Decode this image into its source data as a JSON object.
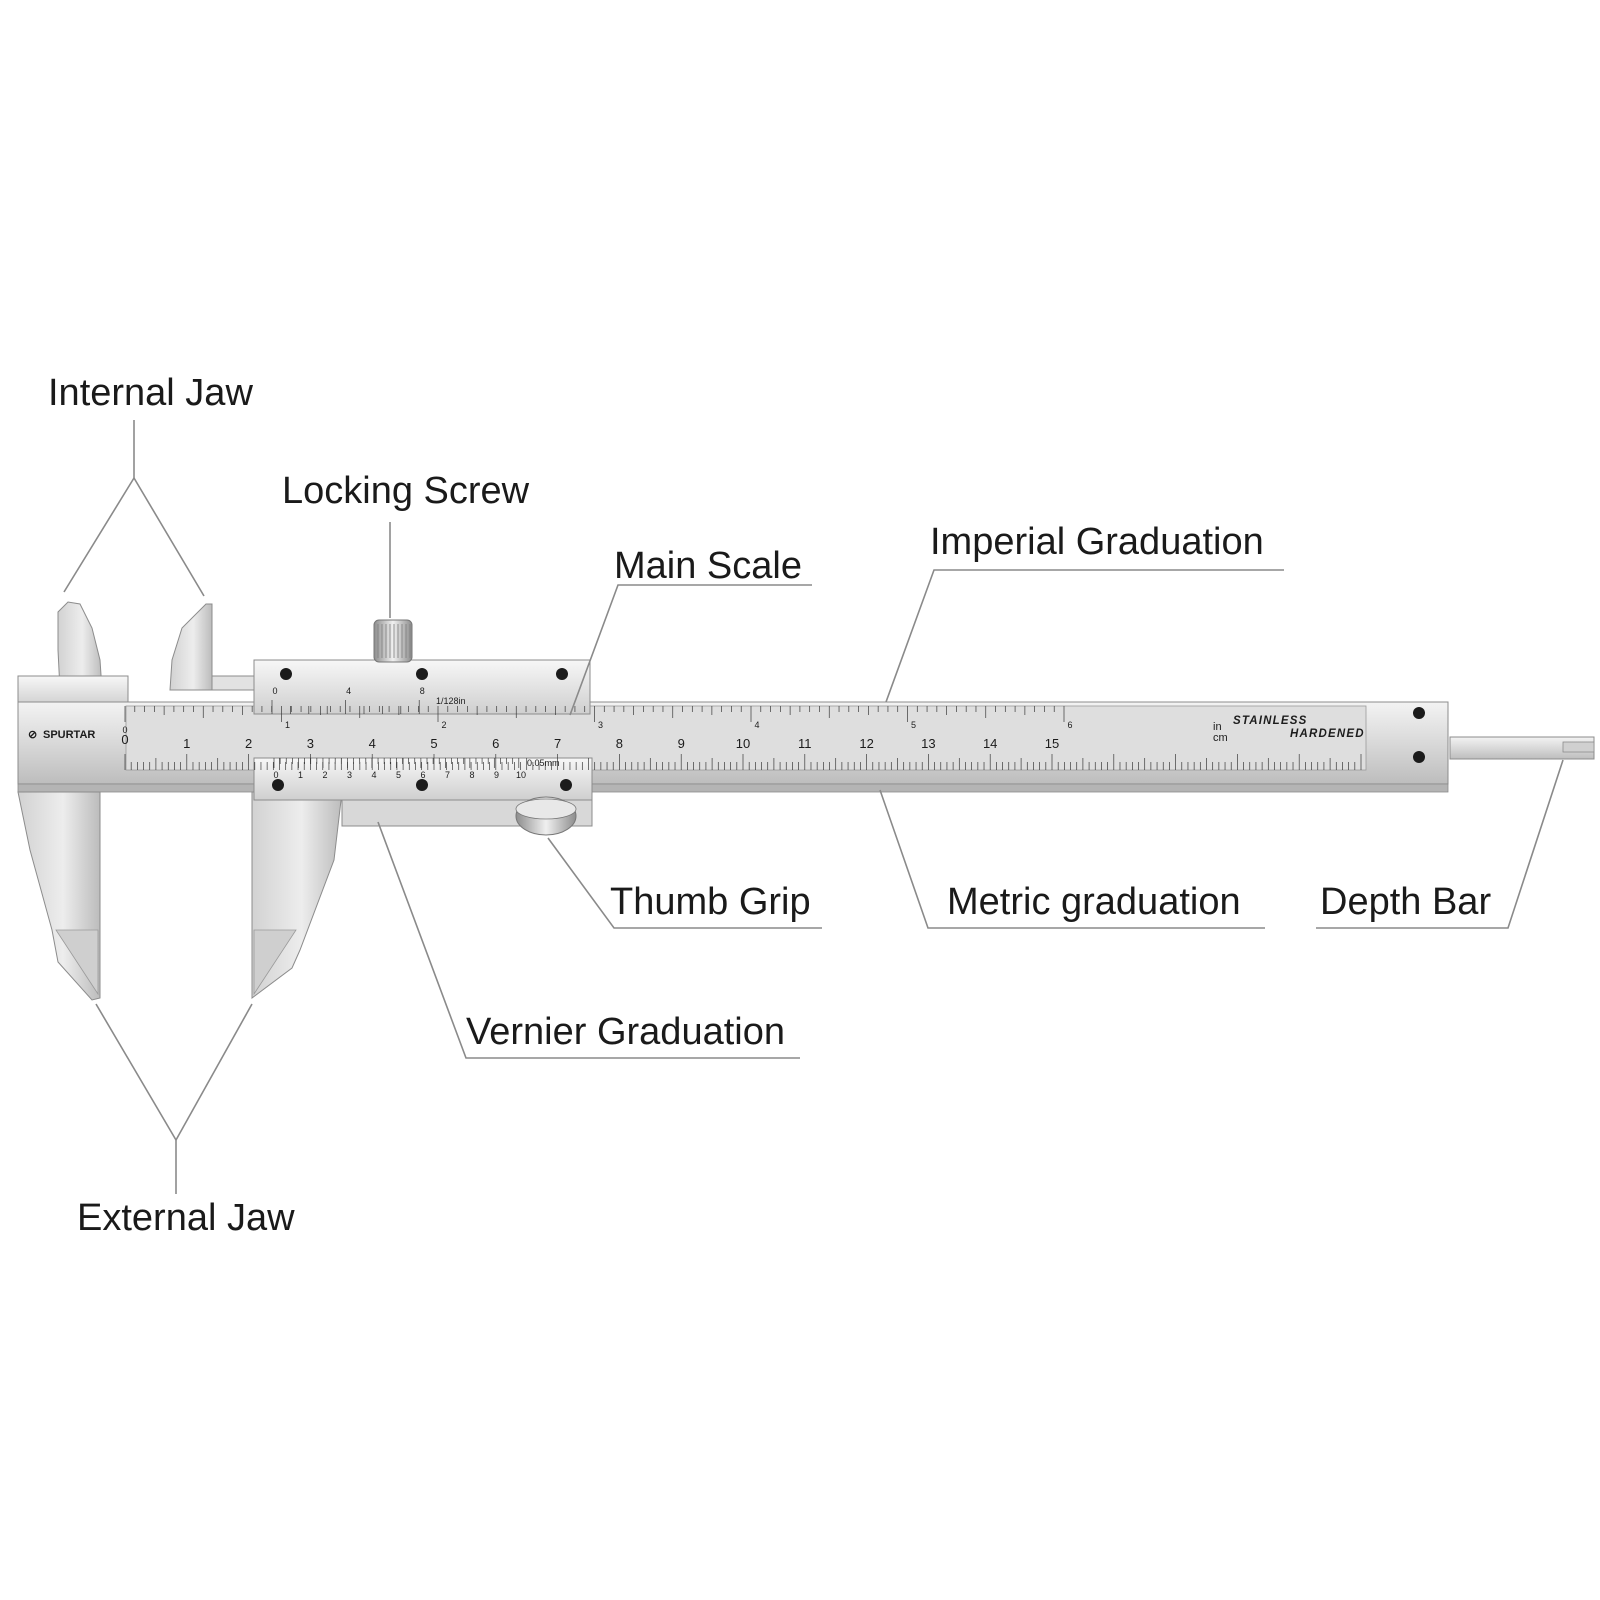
{
  "labels": {
    "internal_jaw": "Internal Jaw",
    "locking_screw": "Locking Screw",
    "main_scale": "Main Scale",
    "imperial_graduation": "Imperial Graduation",
    "thumb_grip": "Thumb Grip",
    "metric_graduation": "Metric graduation",
    "depth_bar": "Depth Bar",
    "vernier_graduation": "Vernier Graduation",
    "external_jaw": "External Jaw"
  },
  "markings": {
    "brand": "SPURTAR",
    "stamp_line1": "STAINLESS",
    "stamp_line2": "HARDENED",
    "unit_in": "in",
    "unit_cm": "cm",
    "imperial_vernier_resolution": "1/128in",
    "metric_vernier_resolution": "0.05mm",
    "main_zero_in": "0",
    "main_zero_cm": "0",
    "cm_numbers": [
      "1",
      "2",
      "3",
      "4",
      "5",
      "6",
      "7",
      "8",
      "9",
      "10",
      "11",
      "12",
      "13",
      "14",
      "15"
    ],
    "inch_numbers": [
      "1",
      "2",
      "3",
      "4",
      "5",
      "6"
    ],
    "imperial_vernier_numbers": [
      "0",
      "4",
      "8"
    ],
    "metric_vernier_numbers": [
      "0",
      "1",
      "2",
      "3",
      "4",
      "5",
      "6",
      "7",
      "8",
      "9",
      "10"
    ]
  },
  "colors": {
    "steel_light": "#e9e9e9",
    "steel_mid": "#c8c8c8",
    "steel_dark": "#9a9a9a",
    "leader": "#8a8a8a",
    "text": "#1a1a1a"
  }
}
